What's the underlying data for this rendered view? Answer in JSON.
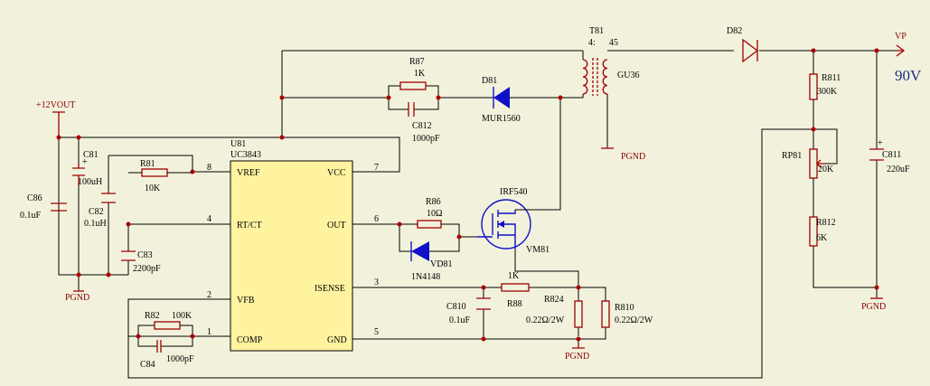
{
  "chip": {
    "ref": "U81",
    "part": "UC3843",
    "pins": {
      "vref": "VREF",
      "rtct": "RT/CT",
      "vfb": "VFB",
      "comp": "COMP",
      "vcc": "VCC",
      "out": "OUT",
      "isense": "ISENSE",
      "gnd": "GND"
    },
    "pin_numbers": {
      "vref": "8",
      "rtct": "4",
      "vfb": "2",
      "comp": "1",
      "vcc": "7",
      "out": "6",
      "isense": "3",
      "gnd": "5"
    }
  },
  "rails": {
    "p12": "+12VOUT",
    "vp": "VP",
    "pgnd": "PGND",
    "vout": "90V"
  },
  "parts": {
    "c81": {
      "ref": "C81",
      "val": "100uH",
      "pol": "+"
    },
    "c86": {
      "ref": "C86",
      "val": "0.1uF"
    },
    "c82": {
      "ref": "C82",
      "val": "0.1uH"
    },
    "r81": {
      "ref": "R81",
      "val": "10K"
    },
    "c83": {
      "ref": "C83",
      "val": "2200pF"
    },
    "r82": {
      "ref": "R82",
      "val": "100K"
    },
    "c84": {
      "ref": "C84",
      "val": "1000pF"
    },
    "r87": {
      "ref": "R87",
      "val": "1K"
    },
    "c812": {
      "ref": "C812",
      "val": "1000pF"
    },
    "d81": {
      "ref": "D81",
      "val": "MUR1560"
    },
    "t81": {
      "ref": "T81",
      "ratio_a": "4:",
      "ratio_b": "45",
      "core": "GU36"
    },
    "d82": {
      "ref": "D82"
    },
    "r86": {
      "ref": "R86",
      "val": "10Ω"
    },
    "vd81": {
      "ref": "VD81",
      "val": "1N4148"
    },
    "vm81": {
      "ref": "VM81",
      "val": "IRF540"
    },
    "c810": {
      "ref": "C810",
      "val": "0.1uF"
    },
    "r88": {
      "ref": "R88",
      "val": "1K"
    },
    "r824": {
      "ref": "R824",
      "val": "0.22Ω/2W"
    },
    "r810": {
      "ref": "R810",
      "val": "0.22Ω/2W"
    },
    "r811": {
      "ref": "R811",
      "val": "300K"
    },
    "rp81": {
      "ref": "RP81",
      "val": "20K"
    },
    "r812": {
      "ref": "R812",
      "val": "6K"
    },
    "c811": {
      "ref": "C811",
      "val": "220uF",
      "pol": "+"
    }
  }
}
